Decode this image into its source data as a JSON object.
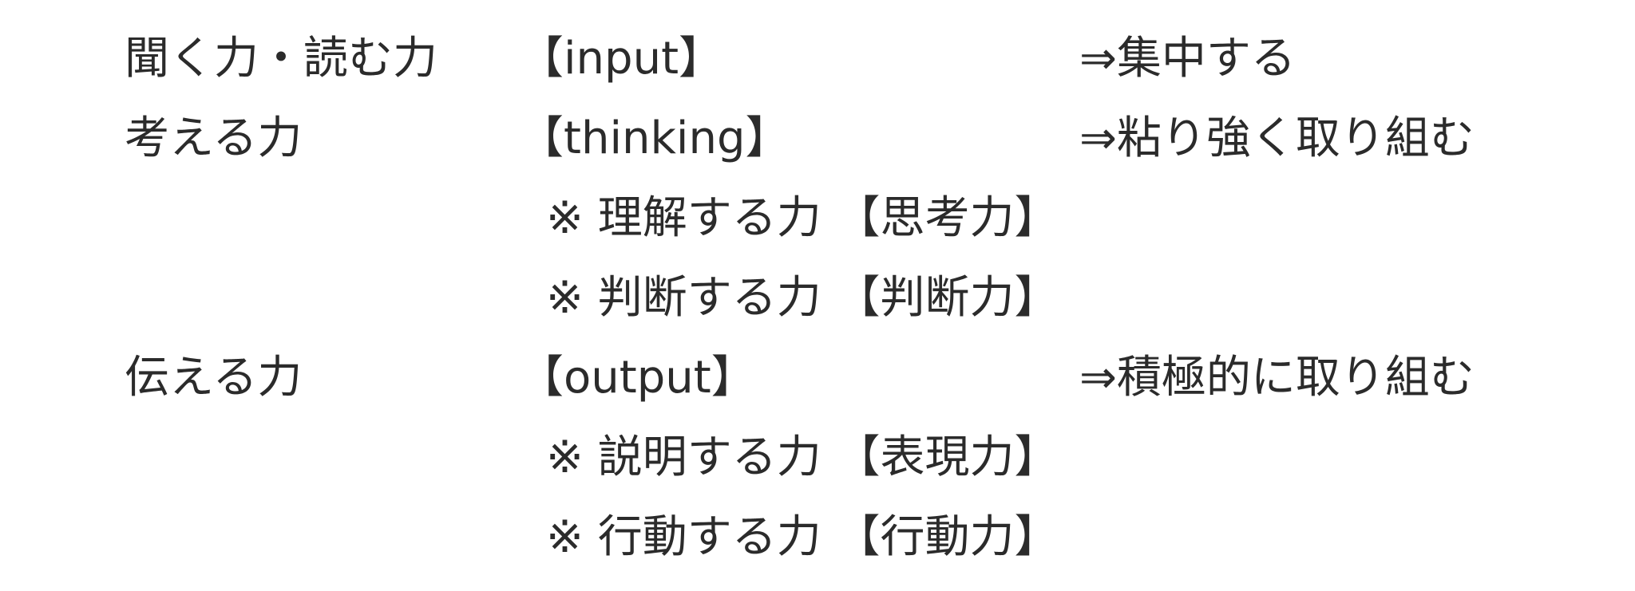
{
  "rows": [
    {
      "skill": "聞く力・読む力",
      "tag": "【input】",
      "action": "⇒集中する"
    },
    {
      "skill": "考える力",
      "tag": "【thinking】",
      "action": "⇒粘り強く取り組む"
    },
    {
      "sub": "※ 理解する力 【思考力】"
    },
    {
      "sub": "※ 判断する力 【判断力】"
    },
    {
      "skill": "伝える力",
      "tag": "【output】",
      "action": "⇒積極的に取り組む"
    },
    {
      "sub": "※ 説明する力 【表現力】"
    },
    {
      "sub": "※ 行動する力 【行動力】"
    }
  ]
}
